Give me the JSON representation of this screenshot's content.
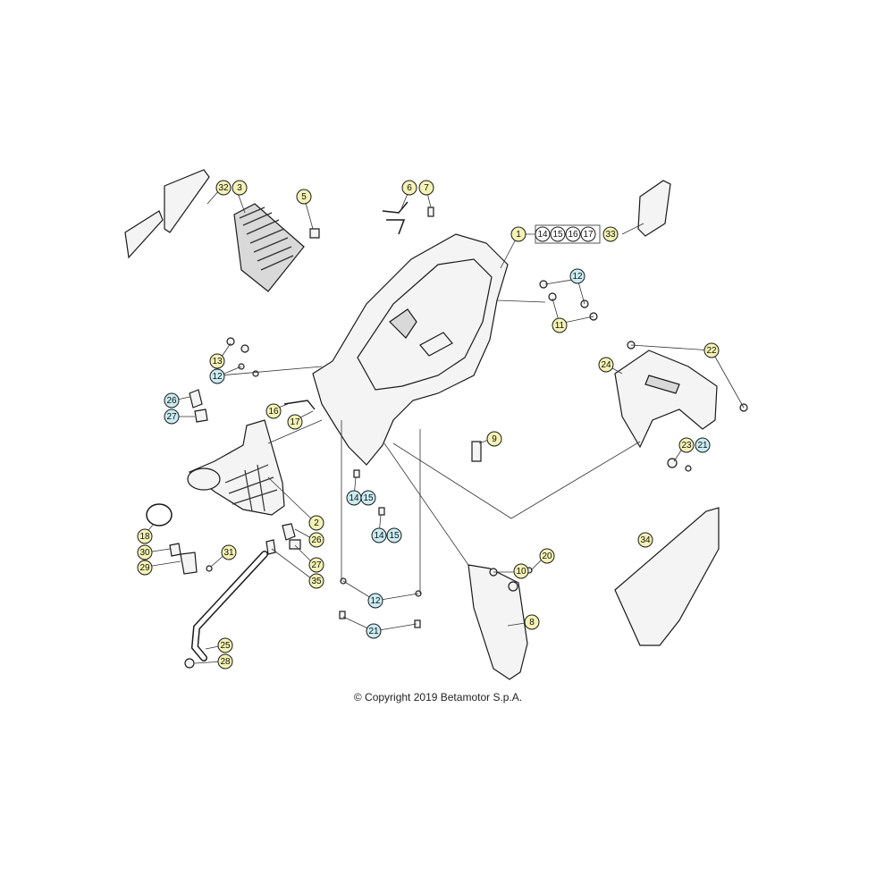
{
  "copyright": "© Copyright 2019 Betamotor S.p.A.",
  "colors": {
    "callout_fill_yellow": "#f4f2b4",
    "callout_fill_blue": "#c9ecf2",
    "part_fill": "#f4f4f4",
    "line": "#1a1a1a"
  },
  "callouts": [
    {
      "label": "32",
      "style": "yellow"
    },
    {
      "label": "3",
      "style": "yellow"
    },
    {
      "label": "5",
      "style": "yellow"
    },
    {
      "label": "6",
      "style": "yellow"
    },
    {
      "label": "7",
      "style": "yellow"
    },
    {
      "label": "1",
      "style": "yellow"
    },
    {
      "label": "14",
      "style": "plain"
    },
    {
      "label": "15",
      "style": "plain"
    },
    {
      "label": "16",
      "style": "plain"
    },
    {
      "label": "17",
      "style": "plain"
    },
    {
      "label": "33",
      "style": "yellow"
    },
    {
      "label": "12",
      "style": "blue"
    },
    {
      "label": "11",
      "style": "yellow"
    },
    {
      "label": "13",
      "style": "yellow"
    },
    {
      "label": "12",
      "style": "blue"
    },
    {
      "label": "22",
      "style": "yellow"
    },
    {
      "label": "24",
      "style": "yellow"
    },
    {
      "label": "26",
      "style": "blue"
    },
    {
      "label": "16",
      "style": "yellow"
    },
    {
      "label": "27",
      "style": "blue"
    },
    {
      "label": "17",
      "style": "yellow"
    },
    {
      "label": "9",
      "style": "yellow"
    },
    {
      "label": "23",
      "style": "yellow"
    },
    {
      "label": "21",
      "style": "blue"
    },
    {
      "label": "14",
      "style": "blue"
    },
    {
      "label": "15",
      "style": "blue"
    },
    {
      "label": "14",
      "style": "blue"
    },
    {
      "label": "15",
      "style": "blue"
    },
    {
      "label": "2",
      "style": "yellow"
    },
    {
      "label": "26",
      "style": "yellow"
    },
    {
      "label": "18",
      "style": "yellow"
    },
    {
      "label": "34",
      "style": "yellow"
    },
    {
      "label": "31",
      "style": "yellow"
    },
    {
      "label": "30",
      "style": "yellow"
    },
    {
      "label": "27",
      "style": "yellow"
    },
    {
      "label": "29",
      "style": "yellow"
    },
    {
      "label": "35",
      "style": "yellow"
    },
    {
      "label": "20",
      "style": "yellow"
    },
    {
      "label": "10",
      "style": "yellow"
    },
    {
      "label": "12",
      "style": "blue"
    },
    {
      "label": "8",
      "style": "yellow"
    },
    {
      "label": "21",
      "style": "blue"
    },
    {
      "label": "25",
      "style": "yellow"
    },
    {
      "label": "28",
      "style": "yellow"
    }
  ]
}
